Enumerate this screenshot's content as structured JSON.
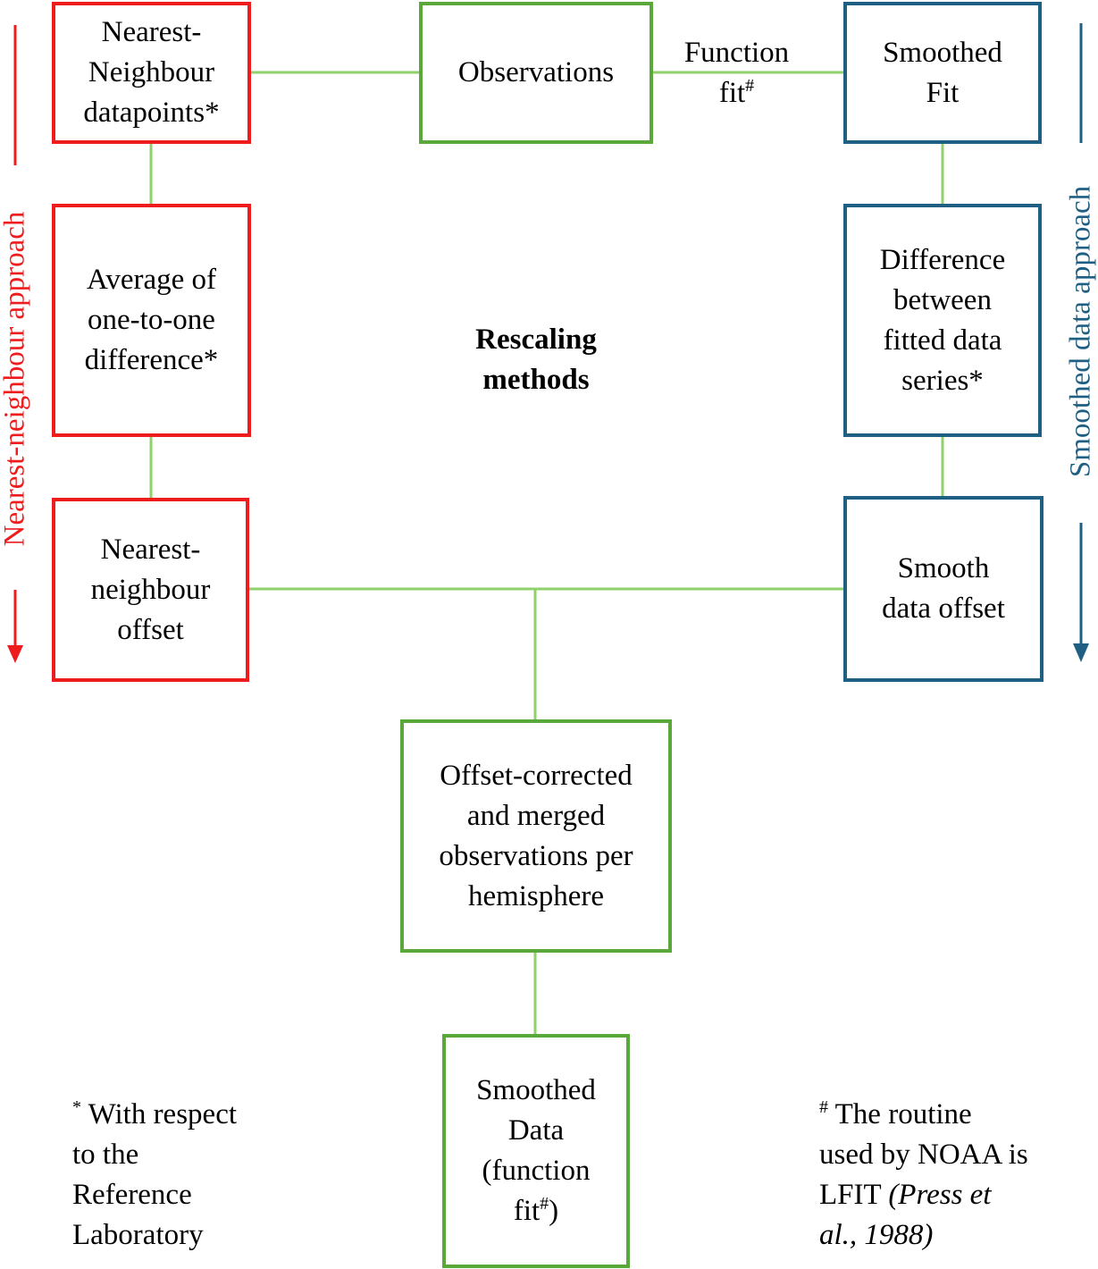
{
  "colors": {
    "nearest": "#ee1c1c",
    "smooth": "#1f5f83",
    "main": "#5aa83a",
    "connector": "#8fd16a"
  },
  "center_title": {
    "line1": "Rescaling",
    "line2": "methods"
  },
  "nodes": {
    "nn_datapoints": {
      "line1": "Nearest-",
      "line2": "Neighbour",
      "line3": "datapoints*"
    },
    "observations": {
      "line1": "Observations"
    },
    "smoothed_fit": {
      "line1": "Smoothed",
      "line2": "Fit"
    },
    "avg_difference": {
      "line1": "Average of",
      "line2": "one-to-one",
      "line3": "difference*"
    },
    "fitted_difference": {
      "line1": "Difference",
      "line2": "between",
      "line3": "fitted data",
      "line4": "series*"
    },
    "nn_offset": {
      "line1": "Nearest-",
      "line2": "neighbour",
      "line3": "offset"
    },
    "smooth_offset": {
      "line1": "Smooth",
      "line2": "data offset"
    },
    "merged": {
      "line1": "Offset-corrected",
      "line2": "and merged",
      "line3": "observations per",
      "line4": "hemisphere"
    },
    "smoothed_data": {
      "line1": "Smoothed",
      "line2": "Data",
      "line3": "(function",
      "line4_text": "fit",
      "line4_sup": "#",
      "line4_close": ")"
    }
  },
  "edge_label": {
    "line1": "Function",
    "line2_text": "fit",
    "line2_sup": "#"
  },
  "side_labels": {
    "left": "Nearest-neighbour approach",
    "right": "Smoothed data approach"
  },
  "footnotes": {
    "left": {
      "mark": "*",
      "line1": " With respect",
      "line2": "to the",
      "line3": "Reference",
      "line4": "Laboratory"
    },
    "right": {
      "mark": "#",
      "line1": " The routine",
      "line2": "used by NOAA is",
      "line3_plain": "LFIT ",
      "line3_italic": "(Press et",
      "line4_italic": "al., 1988)"
    }
  }
}
